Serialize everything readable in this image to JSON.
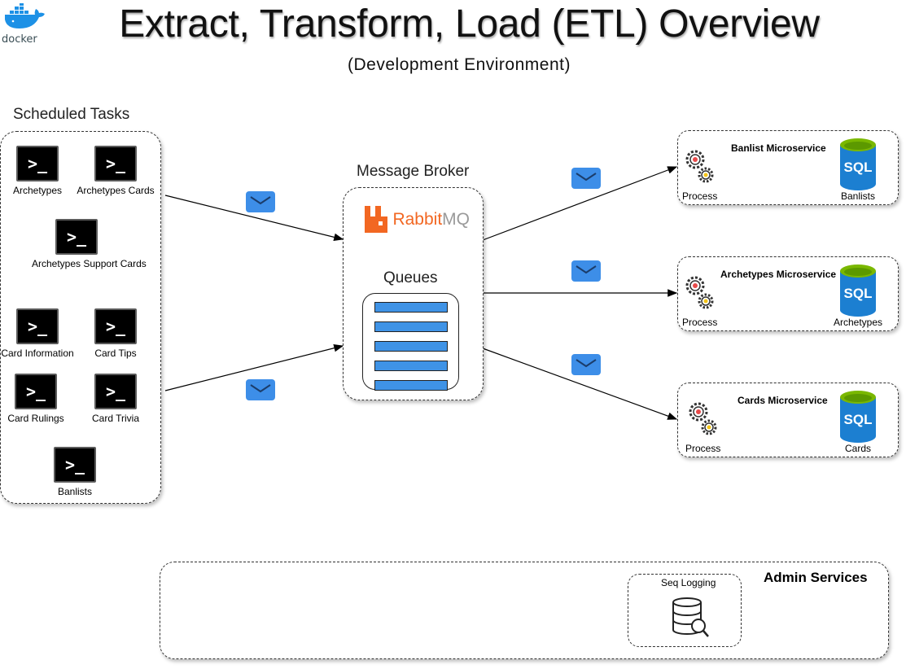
{
  "header": {
    "logo_text": "docker",
    "title": "Extract, Transform, Load (ETL) Overview",
    "subtitle": "(Development Environment)"
  },
  "scheduled_tasks": {
    "label": "Scheduled Tasks",
    "tasks": [
      {
        "label": "Archetypes"
      },
      {
        "label": "Archetypes Cards"
      },
      {
        "label": "Archetypes Support Cards"
      },
      {
        "label": "Card Information"
      },
      {
        "label": "Card Tips"
      },
      {
        "label": "Card Rulings"
      },
      {
        "label": "Card Trivia"
      },
      {
        "label": "Banlists"
      }
    ],
    "terminal_glyph": ">_"
  },
  "broker": {
    "label": "Message Broker",
    "logo_text_a": "Rabbit",
    "logo_text_b": "MQ",
    "queues_label": "Queues",
    "queue_count": 5
  },
  "microservices": [
    {
      "title": "Banlist Microservice",
      "process_label": "Process",
      "db_label": "Banlists",
      "db_text": "SQL"
    },
    {
      "title": "Archetypes Microservice",
      "process_label": "Process",
      "db_label": "Archetypes",
      "db_text": "SQL"
    },
    {
      "title": "Cards Microservice",
      "process_label": "Process",
      "db_label": "Cards",
      "db_text": "SQL"
    }
  ],
  "admin": {
    "title": "Admin Services",
    "seq_label": "Seq Logging"
  },
  "colors": {
    "envelope": "#3d8ee8",
    "queue_bar": "#3f93e6",
    "rabbit_orange": "#f26722",
    "sql_blue": "#1c7fd1",
    "sql_green": "#7ab800",
    "docker_blue": "#1d91e6"
  },
  "icons": {
    "terminal": "terminal-icon",
    "envelope": "envelope-icon",
    "gears": "gears-icon",
    "database": "sql-database-icon",
    "seq": "database-search-icon",
    "docker": "docker-whale-icon"
  }
}
